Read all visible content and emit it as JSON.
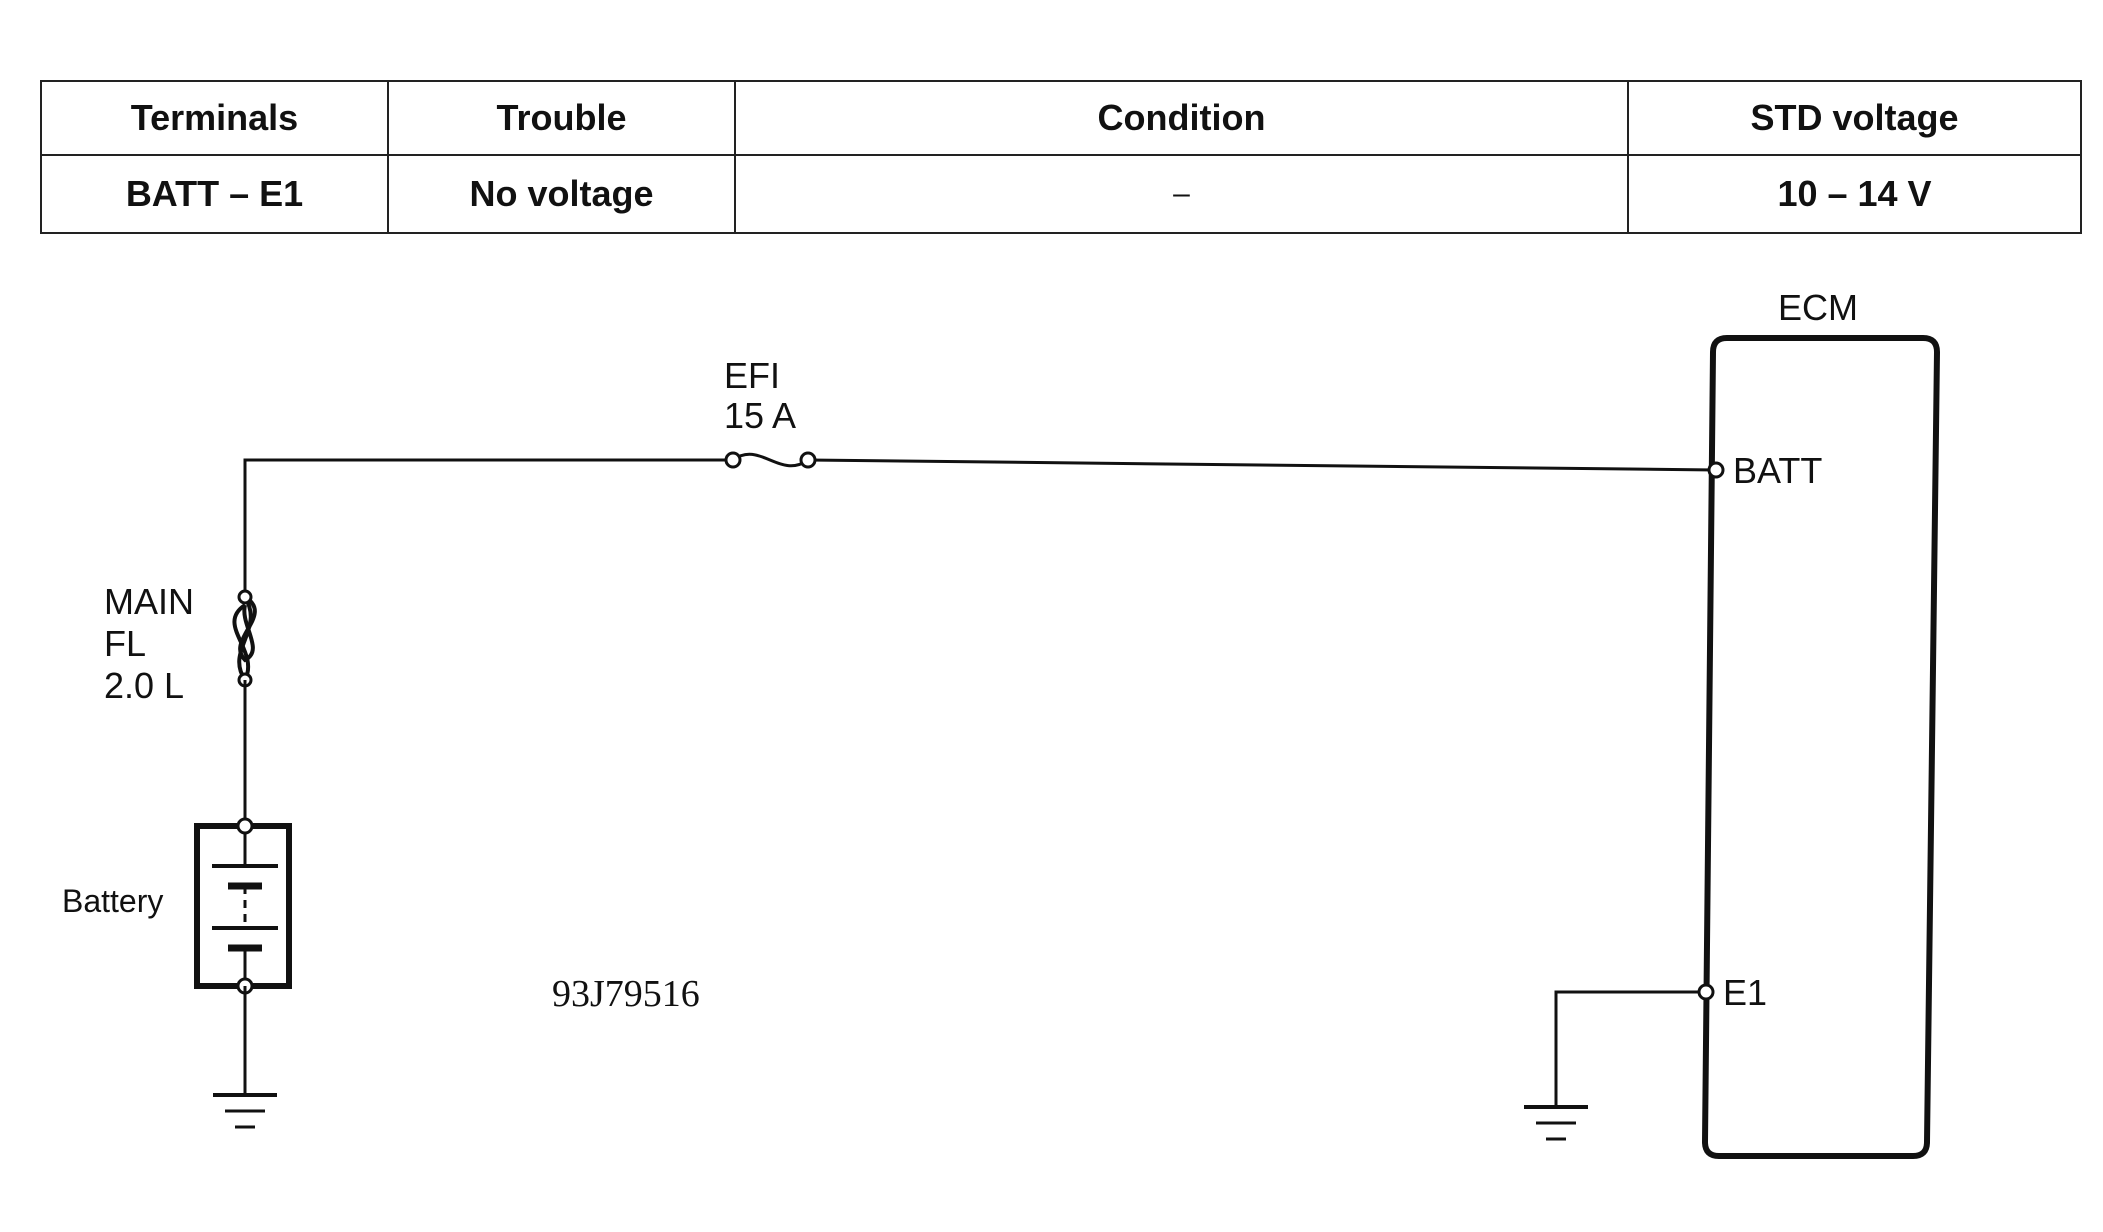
{
  "table": {
    "headers": {
      "terminals": "Terminals",
      "trouble": "Trouble",
      "condition": "Condition",
      "std_voltage": "STD voltage"
    },
    "row": {
      "terminals": "BATT – E1",
      "trouble": "No voltage",
      "condition": "–",
      "std_voltage": "10 – 14 V"
    }
  },
  "diagram": {
    "fuse_efi": {
      "name": "EFI",
      "rating": "15 A"
    },
    "main_fusible_link": {
      "line1": "MAIN",
      "line2": "FL",
      "line3": "2.0 L"
    },
    "battery_label": "Battery",
    "ecm_label": "ECM",
    "ecm_terminals": {
      "batt": "BATT",
      "e1": "E1"
    },
    "figure_code": "93J79516"
  }
}
